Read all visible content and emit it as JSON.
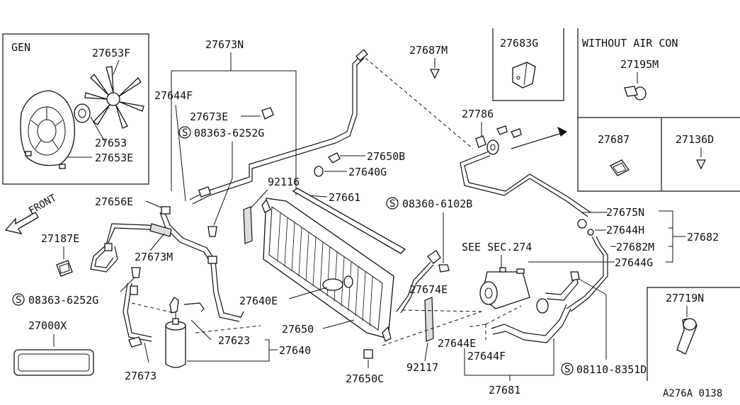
{
  "diagram": {
    "boxes": {
      "gen_title": "GEN",
      "without_air_con_title": "WITHOUT AIR CON"
    },
    "labels": {
      "p27653F": "27653F",
      "p27653": "27653",
      "p27653E": "27653E",
      "p27673N": "27673N",
      "p27644F_top": "27644F",
      "p27673E": "27673E",
      "p08363_top": "08363-6252G",
      "p27687M": "27687M",
      "p27683G": "27683G",
      "p27195M": "27195M",
      "p27786": "27786",
      "p27687": "27687",
      "p27136D": "27136D",
      "p27650B": "27650B",
      "p27640G": "27640G",
      "p92116": "92116",
      "p27661": "27661",
      "p08360": "08360-6102B",
      "p27656E": "27656E",
      "front": "FRONT",
      "p27187E": "27187E",
      "p27673M": "27673M",
      "p08363_left": "08363-6252G",
      "p27000X": "27000X",
      "p27673": "27673",
      "p27640E": "27640E",
      "p27650": "27650",
      "p27623": "27623",
      "p27640": "27640",
      "p27650C": "27650C",
      "p92117": "92117",
      "p27674E": "27674E",
      "see_sec": "SEE SEC.274",
      "p27644E": "27644E",
      "p27644F_bot": "27644F",
      "p27681": "27681",
      "p27675N": "27675N",
      "p27644H": "27644H",
      "p27682M": "27682M",
      "p27644G": "27644G",
      "p27682": "27682",
      "p27719N": "27719N",
      "p08110": "08110-8351D",
      "ref_code": "A276A 0138"
    },
    "circle_s": "S"
  }
}
